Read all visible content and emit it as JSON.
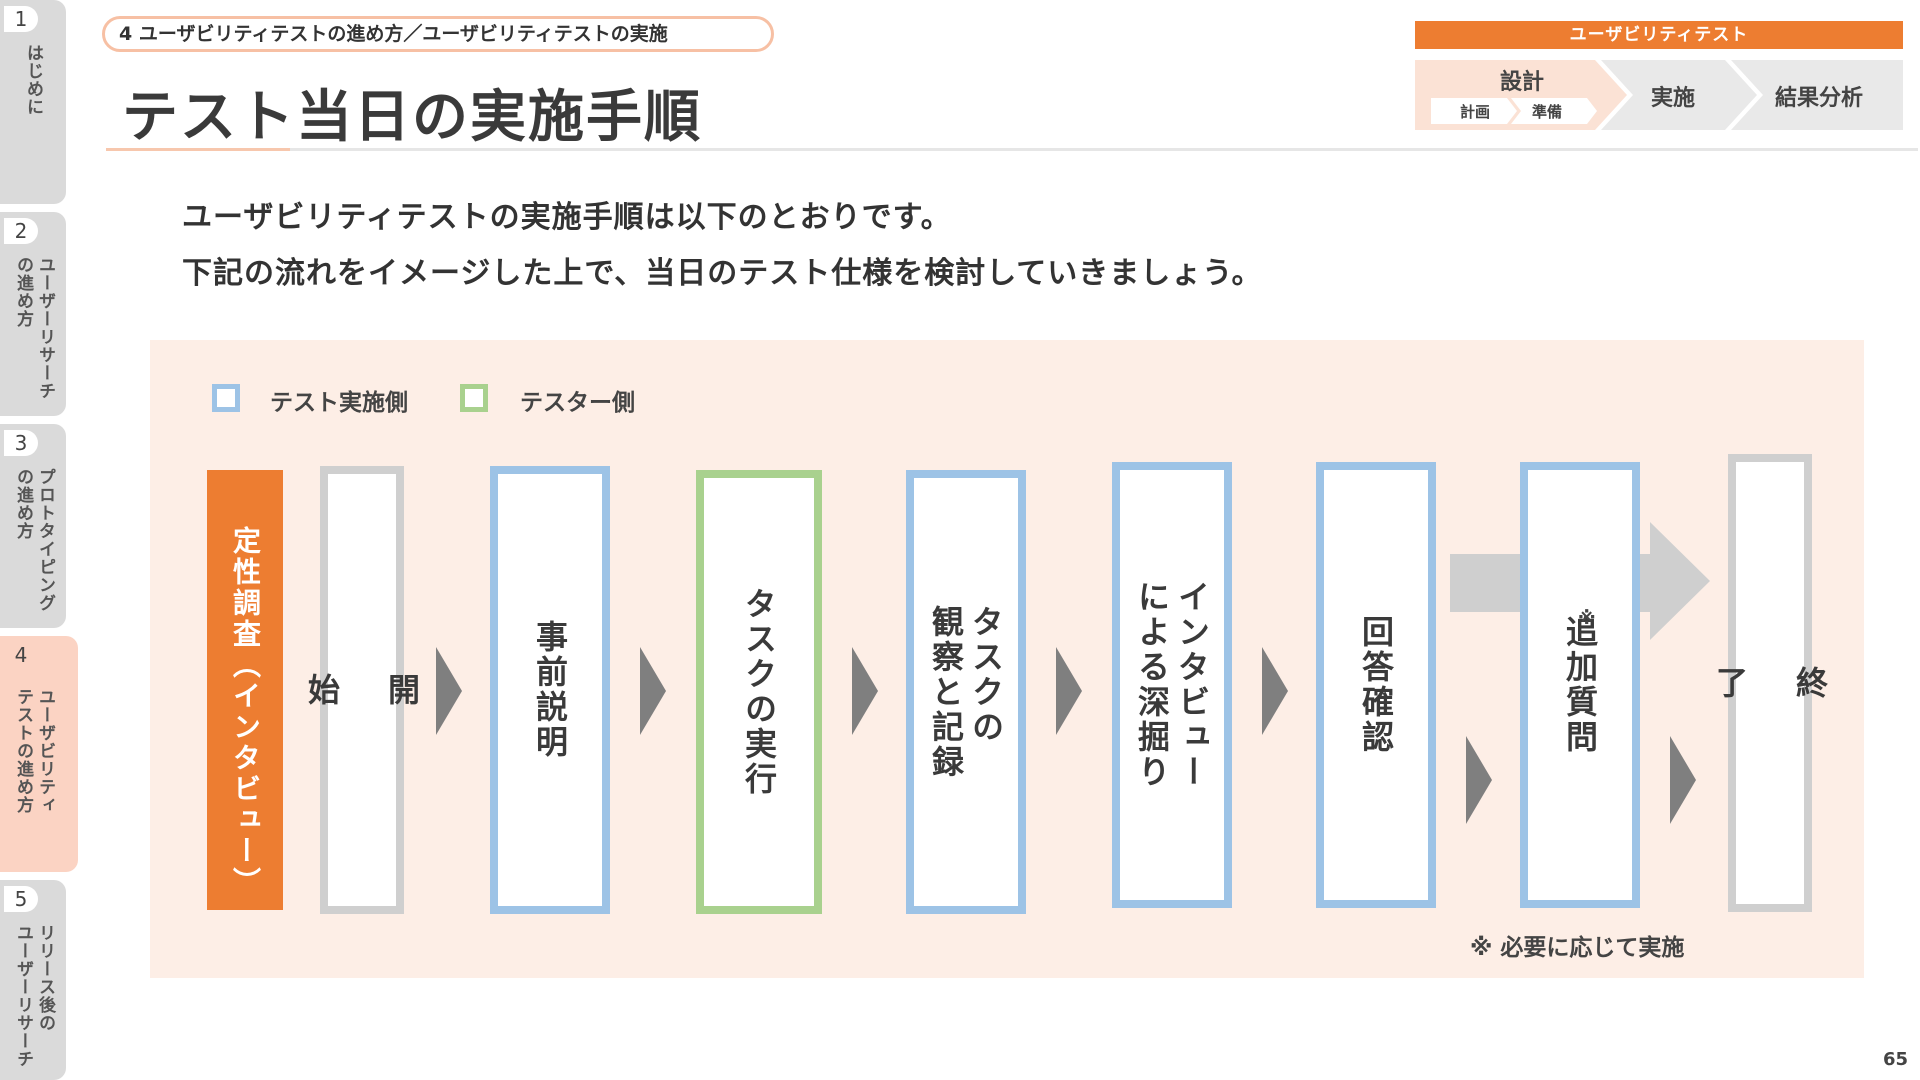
{
  "sidebar": {
    "items": [
      {
        "num": "1",
        "label": "はじめに"
      },
      {
        "num": "2",
        "label": "ユーザーリサーチ\nの進め方"
      },
      {
        "num": "3",
        "label": "プロトタイピング\nの進め方"
      },
      {
        "num": "4",
        "label": "ユーザビリティ\nテストの進め方"
      },
      {
        "num": "5",
        "label": "リリース後の\nユーザーリサーチ"
      }
    ]
  },
  "header": {
    "breadcrumb": "4 ユーザビリティテストの進め方／ユーザビリティテストの実施",
    "title": "テスト当日の実施手順"
  },
  "process": {
    "bar_label": "ユーザビリティテスト",
    "design": "設計",
    "plan": "計画",
    "prep": "準備",
    "execute": "実施",
    "analysis": "結果分析",
    "colors": {
      "active": "#fbe2d5",
      "inactive": "#e9e9e9",
      "bar": "#ed7d31"
    }
  },
  "intro": {
    "line1": "ユーザビリティテストの実施手順は以下のとおりです。",
    "line2": "下記の流れをイメージした上で、当日のテスト仕様を検討していきましょう。"
  },
  "legend": {
    "tester_side": "テスト実施側",
    "testee_side": "テスター側",
    "colors": {
      "tester": "#9dc3e6",
      "testee": "#a9d18e",
      "neutral": "#cfcfcf"
    }
  },
  "flow": {
    "category": "定性調査（インタビュー）",
    "steps": {
      "start": "開\n\n始",
      "explain": "事前説明",
      "task": "タスクの実行",
      "observe": "タスクの\n観察と記録",
      "interview": "インタビュー\nによる深掘り",
      "confirm": "回答確認",
      "extra": "追加質問",
      "extra_mark": "※",
      "end": "終\n\n了"
    },
    "note": "※ 必要に応じて実施"
  },
  "page_number": "65"
}
